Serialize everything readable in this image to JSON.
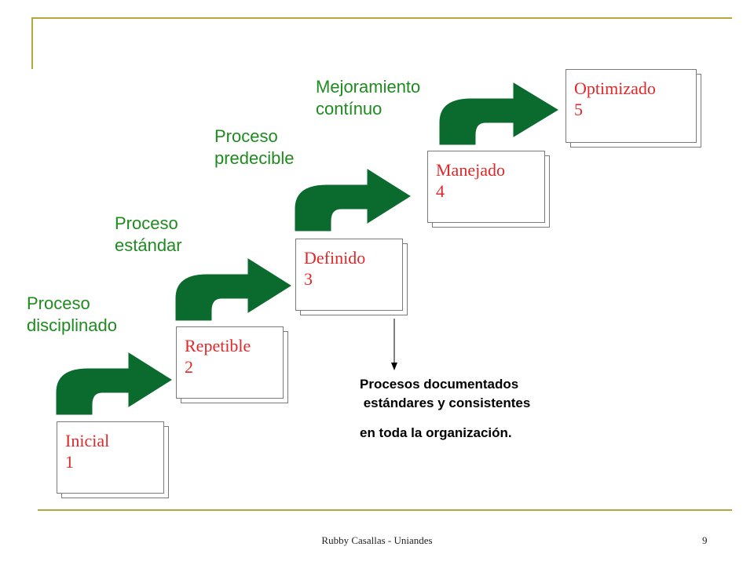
{
  "levels": [
    {
      "name": "Inicial",
      "number": "1"
    },
    {
      "name": "Repetible",
      "number": "2"
    },
    {
      "name": "Definido",
      "number": "3"
    },
    {
      "name": "Manejado",
      "number": "4"
    },
    {
      "name": "Optimizado",
      "number": "5"
    }
  ],
  "transitions": [
    {
      "line1": "Proceso",
      "line2": "disciplinado"
    },
    {
      "line1": "Proceso",
      "line2": "estándar"
    },
    {
      "line1": "Proceso",
      "line2": "predecible"
    },
    {
      "line1": "Mejoramiento",
      "line2": "contínuo"
    }
  ],
  "note": {
    "line1": "Procesos documentados",
    "line2": " estándares y consistentes",
    "line3": "en toda la organización."
  },
  "footer": {
    "author": "Rubby Casallas - Uniandes",
    "page_number": "9"
  },
  "colors": {
    "arrow_fill": "#0b6b2e",
    "level_text": "#e02828",
    "transition_text": "#1f8a1f",
    "accent_line": "#b5a63e"
  }
}
